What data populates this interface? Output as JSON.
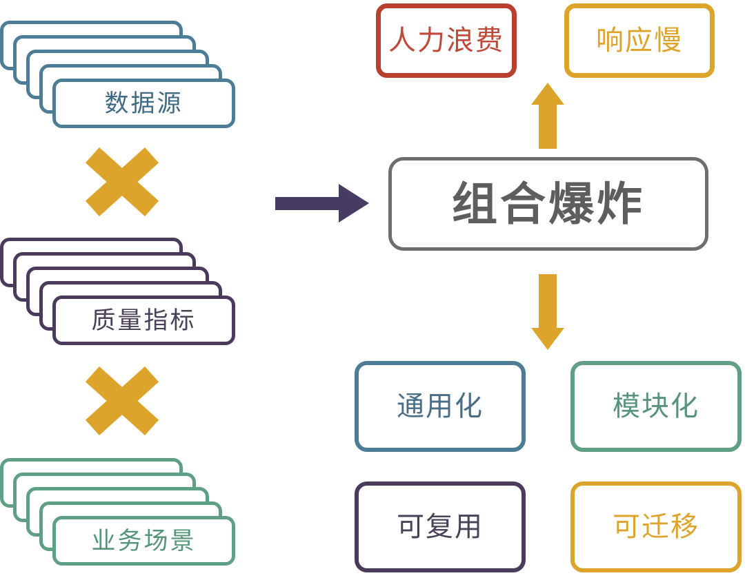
{
  "diagram": {
    "title": "组合爆炸",
    "operator_symbol": "×",
    "colors": {
      "blue": "#4D7C96",
      "purple": "#4A3A5C",
      "green": "#5FA085",
      "gold": "#DDA42B",
      "red": "#B8402F",
      "gray": "#6E6E6E",
      "arrow_purple": "#473A63"
    },
    "inputs": [
      {
        "label": "数据源",
        "color": "#4D7C96",
        "stack_count": 5
      },
      {
        "label": "质量指标",
        "color": "#4A3A5C",
        "stack_count": 5
      },
      {
        "label": "业务场景",
        "color": "#5FA085",
        "stack_count": 5
      }
    ],
    "operators": [
      {
        "symbol": "×",
        "color": "#DDA42B"
      },
      {
        "symbol": "×",
        "color": "#DDA42B"
      }
    ],
    "flow_arrow": {
      "direction": "right",
      "color": "#473A63"
    },
    "center": {
      "label": "组合爆炸",
      "color": "#6E6E6E"
    },
    "up_arrow": {
      "direction": "up",
      "color": "#DDA42B"
    },
    "down_arrow": {
      "direction": "down",
      "color": "#DDA42B"
    },
    "consequences": [
      {
        "label": "人力浪费",
        "color": "#B8402F"
      },
      {
        "label": "响应慢",
        "color": "#DDA42B"
      }
    ],
    "solutions": [
      {
        "label": "通用化",
        "color": "#4D7C96"
      },
      {
        "label": "模块化",
        "color": "#5FA085"
      },
      {
        "label": "可复用",
        "color": "#4A3A5C"
      },
      {
        "label": "可迁移",
        "color": "#DDA42B"
      }
    ]
  }
}
